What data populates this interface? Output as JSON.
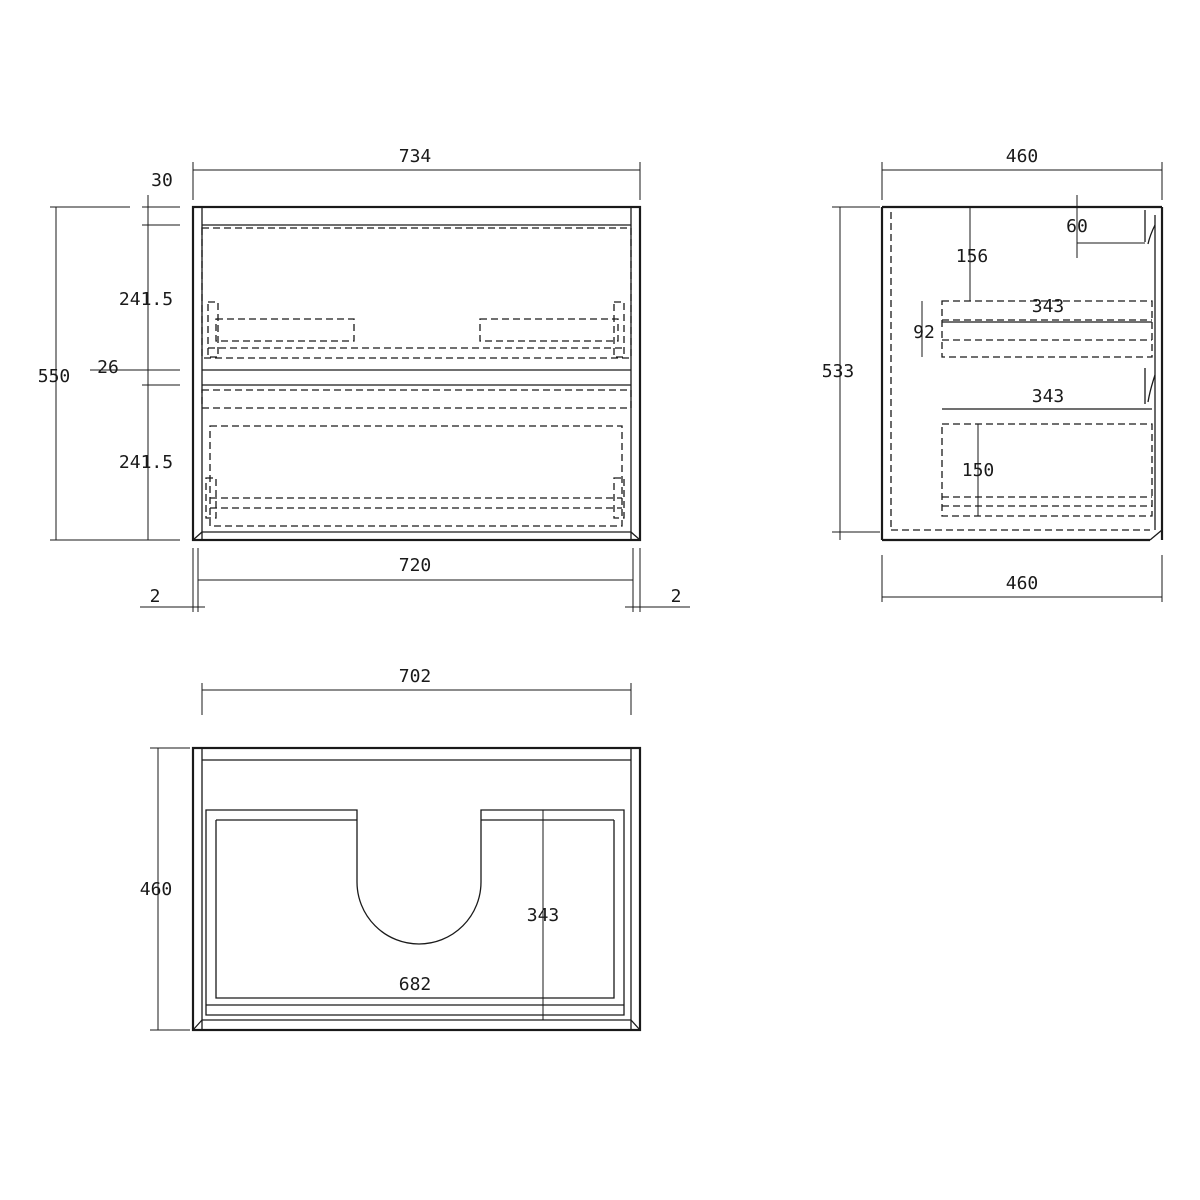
{
  "front_view": {
    "overall_width": "734",
    "top_rail": "30",
    "drawer_height_upper": "241.5",
    "divider": "26",
    "drawer_height_lower": "241.5",
    "overall_height": "550",
    "inner_width": "720",
    "side_gap_left": "2",
    "side_gap_right": "2"
  },
  "side_view": {
    "depth_top": "460",
    "offset_60": "60",
    "offset_156": "156",
    "drawer_depth_upper": "343",
    "drawer_height_92": "92",
    "height": "533",
    "drawer_depth_lower": "343",
    "drawer_height_150": "150",
    "depth_bottom": "460"
  },
  "top_view": {
    "width": "702",
    "depth": "460",
    "drawer_depth": "343",
    "drawer_width": "682"
  }
}
